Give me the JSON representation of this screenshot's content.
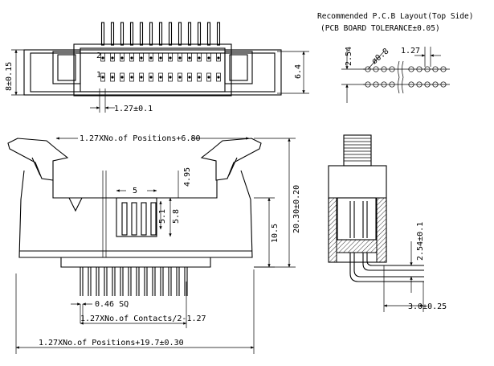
{
  "layout_title": "Recommended P.C.B Layout(Top Side)",
  "layout_tolerance": "(PCB BOARD TOLERANCE±0.05)",
  "dims": {
    "height_8": "8±0.15",
    "height_6_4": "6.4",
    "pitch_top": "1.27±0.1",
    "top_width": "1.27XNo.of Positions+6.80",
    "dim_5": "5",
    "dim_4_95": "4.95",
    "dim_5_1": "5.1",
    "dim_5_8": "5.8",
    "dim_10_5": "10.5",
    "dim_20_30": "20.30±0.20",
    "pin_sq": "0.46 SQ",
    "contacts": "1.27XNo.of Contacts/2-1.27",
    "bottom_width": "1.27XNo.of Positions+19.7±0.30",
    "pcb_pitch_v": "2.54",
    "pcb_hole": "ø0.8",
    "pcb_pitch_h": "1.27",
    "side_2_54": "2.54±0.1",
    "side_3_0": "3.0±0.25"
  },
  "pin_numbers": {
    "top": "2",
    "bottom": "1"
  }
}
